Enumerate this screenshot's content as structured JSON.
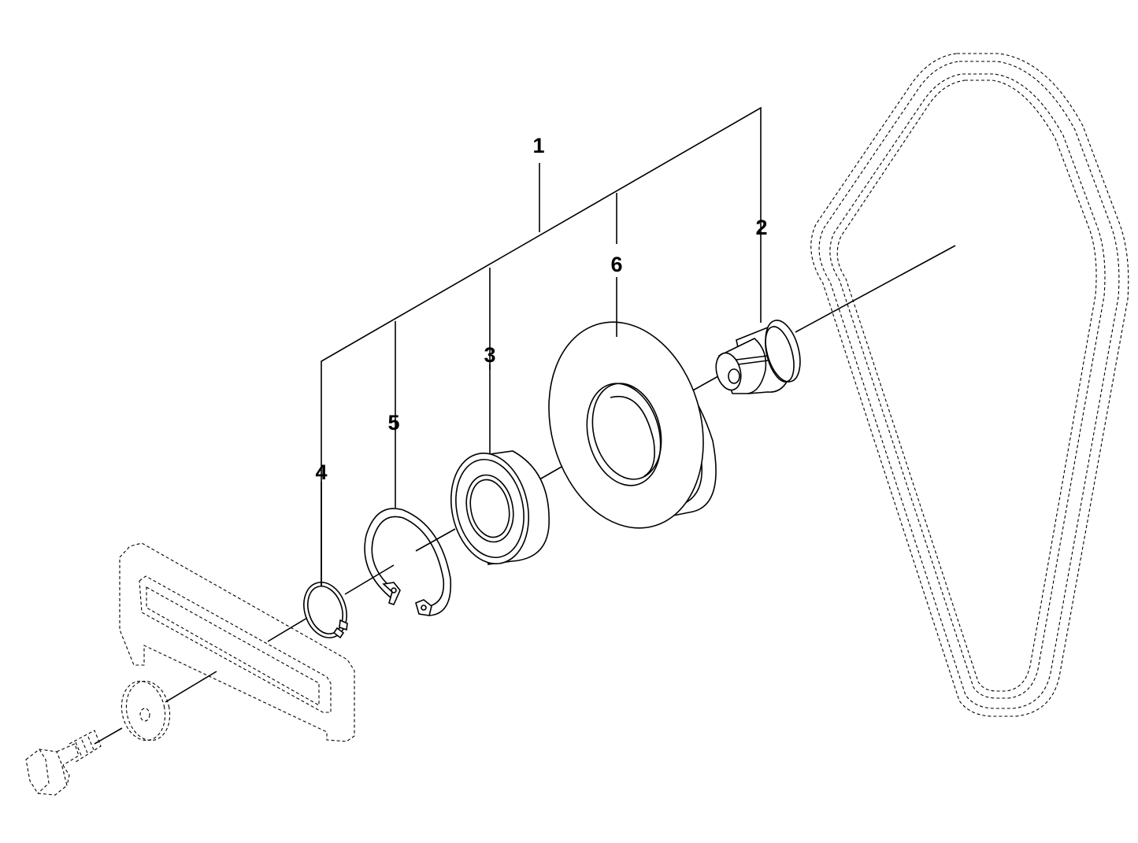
{
  "diagram": {
    "callouts": [
      {
        "id": "1",
        "label": "1"
      },
      {
        "id": "2",
        "label": "2"
      },
      {
        "id": "3",
        "label": "3"
      },
      {
        "id": "4",
        "label": "4"
      },
      {
        "id": "5",
        "label": "5"
      },
      {
        "id": "6",
        "label": "6"
      }
    ],
    "parts": [
      {
        "callout": "2",
        "icon": "bushing-icon"
      },
      {
        "callout": "3",
        "icon": "ball-bearing-icon"
      },
      {
        "callout": "4",
        "icon": "circlip-small-icon"
      },
      {
        "callout": "5",
        "icon": "retaining-ring-icon"
      },
      {
        "callout": "6",
        "icon": "pulley-icon"
      }
    ],
    "reference_parts": [
      {
        "icon": "drive-belt-icon",
        "style": "dashed"
      },
      {
        "icon": "mounting-bracket-icon",
        "style": "dashed"
      },
      {
        "icon": "washer-icon",
        "style": "dashed"
      },
      {
        "icon": "bolt-icon",
        "style": "dashed"
      }
    ],
    "colors": {
      "line": "#000000",
      "background": "#ffffff"
    }
  }
}
